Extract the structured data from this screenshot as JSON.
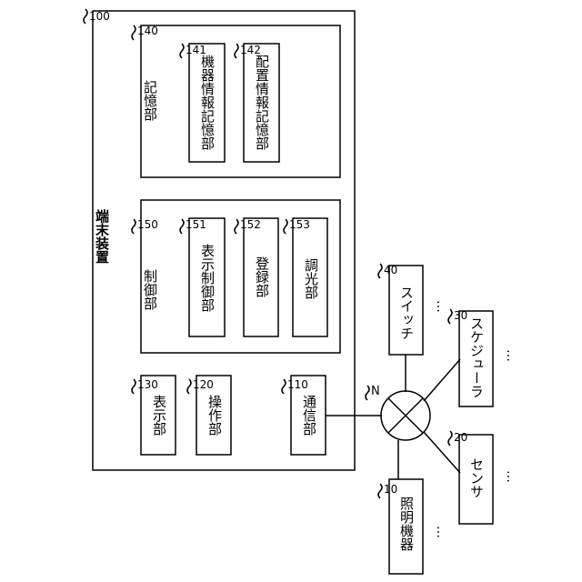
{
  "terminal": {
    "ref": "100",
    "label": "端末装置"
  },
  "storage": {
    "ref": "140",
    "label": "記憶部",
    "items": [
      {
        "ref": "141",
        "label": "機器情報記憶部"
      },
      {
        "ref": "142",
        "label": "配置情報記憶部"
      }
    ]
  },
  "control": {
    "ref": "150",
    "label": "制御部",
    "items": [
      {
        "ref": "151",
        "label": "表示制御部"
      },
      {
        "ref": "152",
        "label": "登録部"
      },
      {
        "ref": "153",
        "label": "調光部"
      }
    ]
  },
  "display": {
    "ref": "130",
    "label": "表示部"
  },
  "operation": {
    "ref": "120",
    "label": "操作部"
  },
  "communication": {
    "ref": "110",
    "label": "通信部"
  },
  "network": {
    "ref": "N"
  },
  "devices": [
    {
      "ref": "40",
      "label": "スイッチ",
      "more": "…"
    },
    {
      "ref": "30",
      "label": "スケジューラ",
      "more": "…"
    },
    {
      "ref": "20",
      "label": "センサ",
      "more": "…"
    },
    {
      "ref": "10",
      "label": "照明機器",
      "more": "…"
    }
  ]
}
